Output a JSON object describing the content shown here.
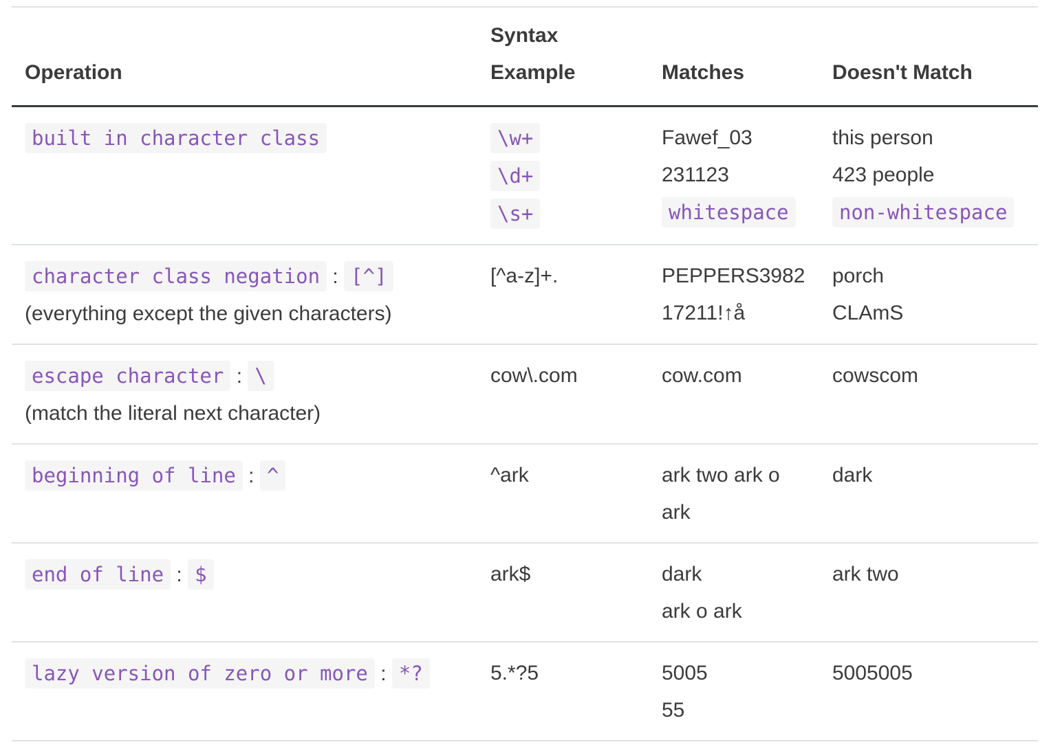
{
  "colors": {
    "body_text": "#3b3b3b",
    "code_text": "#8856b8",
    "code_background": "#f5f5f5",
    "header_rule": "#373a3c",
    "row_rule": "#dfe2e5"
  },
  "table": {
    "headers": [
      "Operation",
      "Syntax\nExample",
      "Matches",
      "Doesn't Match"
    ],
    "rows": [
      {
        "operation": [
          [
            {
              "code": "built in character class"
            }
          ]
        ],
        "syntax": [
          [
            {
              "code": "\\w+"
            }
          ],
          [
            {
              "code": "\\d+"
            }
          ],
          [
            {
              "code": "\\s+"
            }
          ]
        ],
        "matches": [
          [
            {
              "text": "Fawef_03"
            }
          ],
          [
            {
              "text": "231123"
            }
          ],
          [
            {
              "code": "whitespace"
            }
          ]
        ],
        "doesnt_match": [
          [
            {
              "text": "this person"
            }
          ],
          [
            {
              "text": "423 people"
            }
          ],
          [
            {
              "code": "non-whitespace"
            }
          ]
        ]
      },
      {
        "operation": [
          [
            {
              "code": "character class negation"
            },
            {
              "text": " : "
            },
            {
              "code": "[^]"
            }
          ],
          [
            {
              "text": "(everything except the given characters)"
            }
          ]
        ],
        "syntax": [
          [
            {
              "text": "[^a-z]+."
            }
          ]
        ],
        "matches": [
          [
            {
              "text": "PEPPERS3982"
            }
          ],
          [
            {
              "text": "17211!↑å"
            }
          ]
        ],
        "doesnt_match": [
          [
            {
              "text": "porch"
            }
          ],
          [
            {
              "text": "CLAmS"
            }
          ]
        ]
      },
      {
        "operation": [
          [
            {
              "code": "escape character"
            },
            {
              "text": " : "
            },
            {
              "code": "\\"
            }
          ],
          [
            {
              "text": "(match the literal next character)"
            }
          ]
        ],
        "syntax": [
          [
            {
              "text": "cow\\.com"
            }
          ]
        ],
        "matches": [
          [
            {
              "text": "cow.com"
            }
          ]
        ],
        "doesnt_match": [
          [
            {
              "text": "cowscom"
            }
          ]
        ]
      },
      {
        "operation": [
          [
            {
              "code": "beginning of line"
            },
            {
              "text": " : "
            },
            {
              "code": "^"
            }
          ]
        ],
        "syntax": [
          [
            {
              "text": "^ark"
            }
          ]
        ],
        "matches": [
          [
            {
              "text": "ark two ark o"
            }
          ],
          [
            {
              "text": "ark"
            }
          ]
        ],
        "doesnt_match": [
          [
            {
              "text": "dark"
            }
          ]
        ]
      },
      {
        "operation": [
          [
            {
              "code": "end of line"
            },
            {
              "text": " : "
            },
            {
              "code": "$"
            }
          ]
        ],
        "syntax": [
          [
            {
              "text": "ark$"
            }
          ]
        ],
        "matches": [
          [
            {
              "text": "dark"
            }
          ],
          [
            {
              "text": "ark o ark"
            }
          ]
        ],
        "doesnt_match": [
          [
            {
              "text": "ark two"
            }
          ]
        ]
      },
      {
        "operation": [
          [
            {
              "code": "lazy version of zero or more"
            },
            {
              "text": " : "
            },
            {
              "code": "*?"
            }
          ]
        ],
        "syntax": [
          [
            {
              "text": "5.*?5"
            }
          ]
        ],
        "matches": [
          [
            {
              "text": "5005"
            }
          ],
          [
            {
              "text": "55"
            }
          ]
        ],
        "doesnt_match": [
          [
            {
              "text": "5005005"
            }
          ]
        ]
      }
    ]
  }
}
